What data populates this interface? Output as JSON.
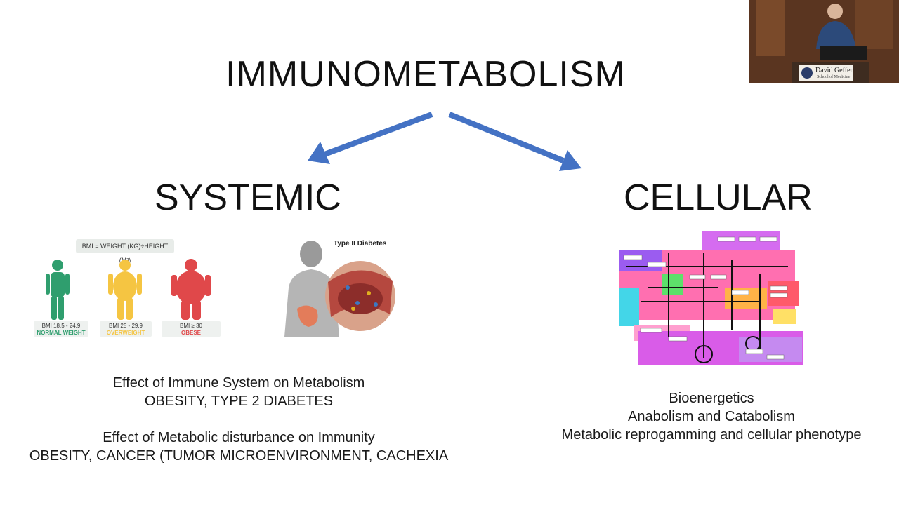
{
  "slide": {
    "title": "IMMUNOMETABOLISM",
    "left_heading": "SYSTEMIC",
    "right_heading": "CELLULAR",
    "left_caption_lines": [
      "Effect of Immune System on Metabolism",
      "OBESITY, TYPE 2 DIABETES",
      "Effect of Metabolic disturbance on Immunity",
      "OBESITY, CANCER (TUMOR MICROENVIRONMENT, CACHEXIA"
    ],
    "right_caption_lines": [
      "Bioenergetics",
      "Anabolism and Catabolism",
      "Metabolic reprogamming and cellular phenotype"
    ]
  },
  "bmi_figure": {
    "formula": "BMI = WEIGHT (KG)÷HEIGHT (M²)",
    "categories": [
      {
        "range": "BMI 18.5 - 24.9",
        "label": "NORMAL WEIGHT",
        "color": "#2f9e6e"
      },
      {
        "range": "BMI 25 - 29.9",
        "label": "OVERWEIGHT",
        "color": "#f5c542"
      },
      {
        "range": "BMI ≥ 30",
        "label": "OBESE",
        "color": "#e0484a"
      }
    ]
  },
  "diabetes_figure": {
    "title": "Type II Diabetes"
  },
  "webcam": {
    "podium_text": "David Geffen",
    "podium_subtext": "School of Medicine"
  },
  "colors": {
    "arrow": "#4472c4",
    "text": "#111111"
  }
}
